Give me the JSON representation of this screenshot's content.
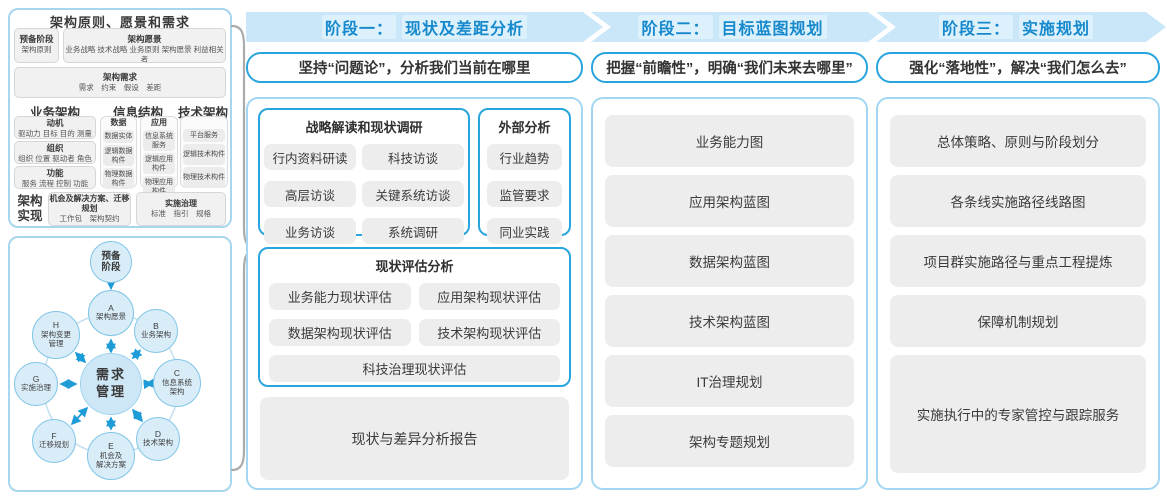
{
  "colors": {
    "accent_blue": "#2aa4dd",
    "band_bg": "#c9e7f8",
    "band_text": "#1689cd",
    "panel_border": "#a3d7f1",
    "grey_box": "#ededed",
    "circle_fill": "#d9edf9",
    "circle_border": "#7fc4e6",
    "arrow_blue": "#1e9cd7",
    "brace_grey": "#ababab"
  },
  "left_panel": {
    "title": "架构原则、愿景和需求",
    "prep": {
      "line1": "预备阶段",
      "line2": "架构原则"
    },
    "vision": {
      "title": "架构愿景",
      "items": "业务战略 技术战略 业务原则 架构愿景 利益相关者"
    },
    "requirements": {
      "title": "架构需求",
      "items": "需求　约束　假设　差距"
    },
    "business": {
      "title": "业务架构",
      "motivation": {
        "title": "动机",
        "items": "驱动力 目标 目的 测量"
      },
      "organization": {
        "title": "组织",
        "items": "组织 位置 驱动者 角色"
      },
      "function": {
        "title": "功能",
        "items": "服务 流程 控制 功能"
      }
    },
    "information": {
      "title": "信息结构",
      "data": {
        "title": "数据",
        "items": [
          "数据实体",
          "逻辑数据构件",
          "物理数据构件"
        ]
      },
      "application": {
        "title": "应用",
        "items": [
          "信息系统服务",
          "逻辑应用构件",
          "物理应用构件"
        ]
      }
    },
    "technology": {
      "title": "技术架构",
      "items": [
        "平台服务",
        "逻辑技术构件",
        "物理技术构件"
      ]
    },
    "realization": {
      "label1": "架构",
      "label2": "实现",
      "opportunity": {
        "title": "机会及解决方案、迁移规划",
        "items": "工作包　架构契约"
      },
      "governance": {
        "title": "实施治理",
        "items": "标准　指引　规格"
      }
    }
  },
  "adm": {
    "prep": "预备\n阶段",
    "center": "需求\n管理",
    "nodes": [
      {
        "letter": "A",
        "label": "架构愿景"
      },
      {
        "letter": "B",
        "label": "业务架构"
      },
      {
        "letter": "C",
        "label": "信息系统\n架构"
      },
      {
        "letter": "D",
        "label": "技术架构"
      },
      {
        "letter": "E",
        "label": "机会及\n解决方案"
      },
      {
        "letter": "F",
        "label": "迁移规划"
      },
      {
        "letter": "G",
        "label": "实施治理"
      },
      {
        "letter": "H",
        "label": "架构变更\n管理"
      }
    ]
  },
  "phases": [
    {
      "header": "阶段一：",
      "header_title": "现状及差距分析",
      "subtitle": "坚持“问题论”，分析我们当前在哪里"
    },
    {
      "header": "阶段二：",
      "header_title": "目标蓝图规划",
      "subtitle": "把握“前瞻性”，明确“我们未来去哪里”"
    },
    {
      "header": "阶段三：",
      "header_title": "实施规划",
      "subtitle": "强化“落地性”，解决“我们怎么去”"
    }
  ],
  "phase1": {
    "strategy": {
      "title": "战略解读和现状调研",
      "items": [
        "行内资料研读",
        "科技访谈",
        "高层访谈",
        "关键系统访谈",
        "业务访谈",
        "系统调研"
      ]
    },
    "external": {
      "title": "外部分析",
      "items": [
        "行业趋势",
        "监管要求",
        "同业实践"
      ]
    },
    "assessment": {
      "title": "现状评估分析",
      "items": [
        "业务能力现状评估",
        "应用架构现状评估",
        "数据架构现状评估",
        "技术架构现状评估",
        "科技治理现状评估"
      ]
    },
    "report": "现状与差异分析报告"
  },
  "phase2": {
    "items": [
      "业务能力图",
      "应用架构蓝图",
      "数据架构蓝图",
      "技术架构蓝图",
      "IT治理规划",
      "架构专题规划"
    ]
  },
  "phase3": {
    "items": [
      "总体策略、原则与阶段划分",
      "各条线实施路径线路图",
      "项目群实施路径与重点工程提炼",
      "保障机制规划",
      "实施执行中的专家管控与跟踪服务"
    ]
  }
}
